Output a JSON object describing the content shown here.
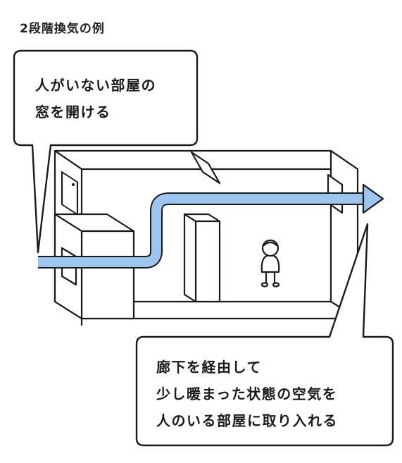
{
  "title": "2段階換気の例",
  "callout_top": {
    "lines": [
      "人がいない部屋の",
      "窓を開ける"
    ]
  },
  "callout_bottom": {
    "lines": [
      "廊下を経由して",
      "少し暖まった状態の空気を",
      "人のいる部屋に取り入れる"
    ]
  },
  "colors": {
    "airflow": "#9cc6ef",
    "outline": "#1a1a1a",
    "background": "#ffffff"
  },
  "icons": [
    "person-icon",
    "airflow-arrow"
  ]
}
